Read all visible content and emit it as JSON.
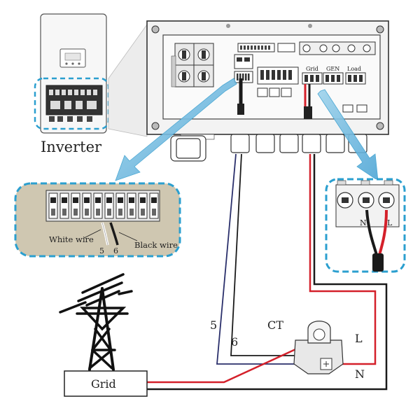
{
  "labels": {
    "inverter": "Inverter",
    "white_wire": "White wire",
    "black_wire": "Black wire",
    "terminal_5": "5",
    "terminal_6": "6",
    "grid": "Grid",
    "gen": "GEN",
    "load": "Load",
    "grid_box": "Grid",
    "ct": "CT",
    "wire_5": "5",
    "wire_6": "6",
    "line_L": "L",
    "neutral_N": "N",
    "zoom_N": "N",
    "zoom_L": "L"
  },
  "colors": {
    "wire_red": "#d4202a",
    "wire_black": "#1a1a1a",
    "wire_navy": "#2a2f6b",
    "callout_blue": "#3aa0d0",
    "zoom_border": "#2b9fcf",
    "terminal_bg": "#cfc7b1"
  }
}
